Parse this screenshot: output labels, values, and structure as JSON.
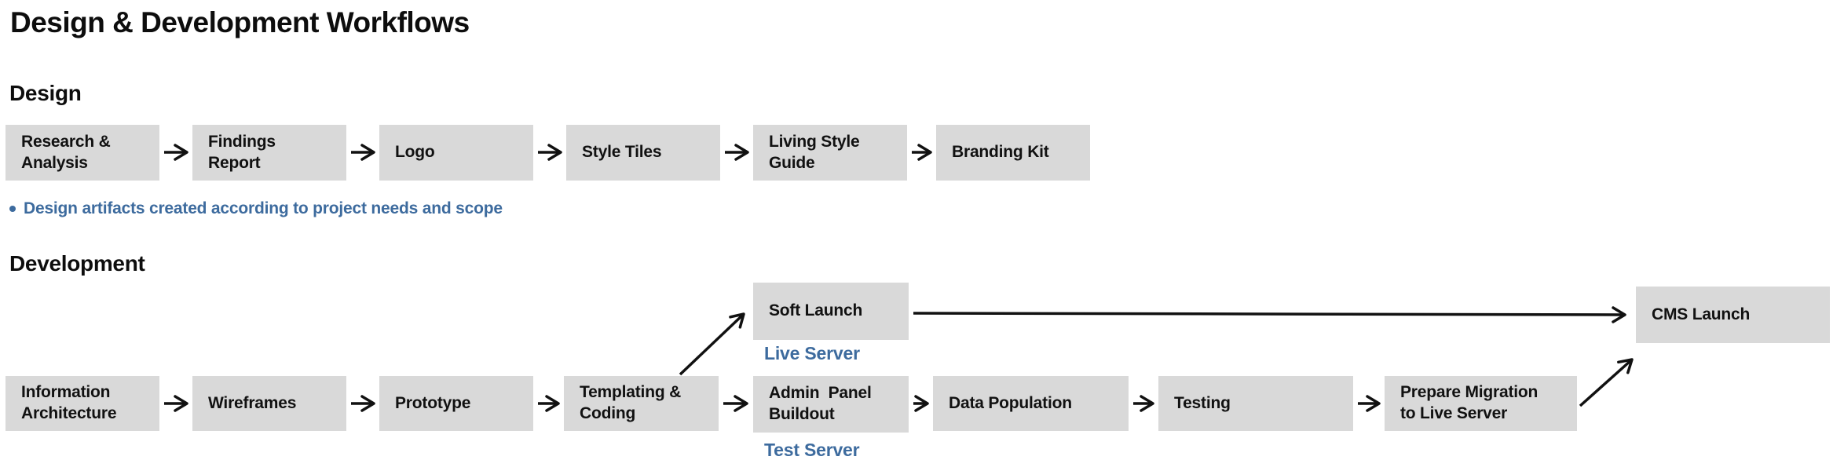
{
  "title": "Design & Development Workflows",
  "sections": {
    "design": {
      "title": "Design",
      "note": "Design artifacts created according to project needs and scope",
      "nodes": [
        {
          "label": "Research &\nAnalysis"
        },
        {
          "label": "Findings\nReport"
        },
        {
          "label": "Logo"
        },
        {
          "label": "Style Tiles"
        },
        {
          "label": "Living Style\nGuide"
        },
        {
          "label": "Branding Kit"
        }
      ]
    },
    "development": {
      "title": "Development",
      "branch_labels": {
        "live_server": "Live Server",
        "test_server": "Test Server"
      },
      "nodes": [
        {
          "label": "Information\nArchitecture"
        },
        {
          "label": "Wireframes"
        },
        {
          "label": "Prototype"
        },
        {
          "label": "Templating &\nCoding"
        },
        {
          "label": "Soft Launch"
        },
        {
          "label": "Admin  Panel\nBuildout"
        },
        {
          "label": "Data Population"
        },
        {
          "label": "Testing"
        },
        {
          "label": "Prepare Migration\nto Live Server"
        },
        {
          "label": "CMS Launch"
        }
      ]
    }
  },
  "colors": {
    "box_fill": "#d9d9d9",
    "text": "#111111",
    "accent_blue": "#3d6b9e",
    "arrow": "#111111",
    "background": "#ffffff"
  }
}
